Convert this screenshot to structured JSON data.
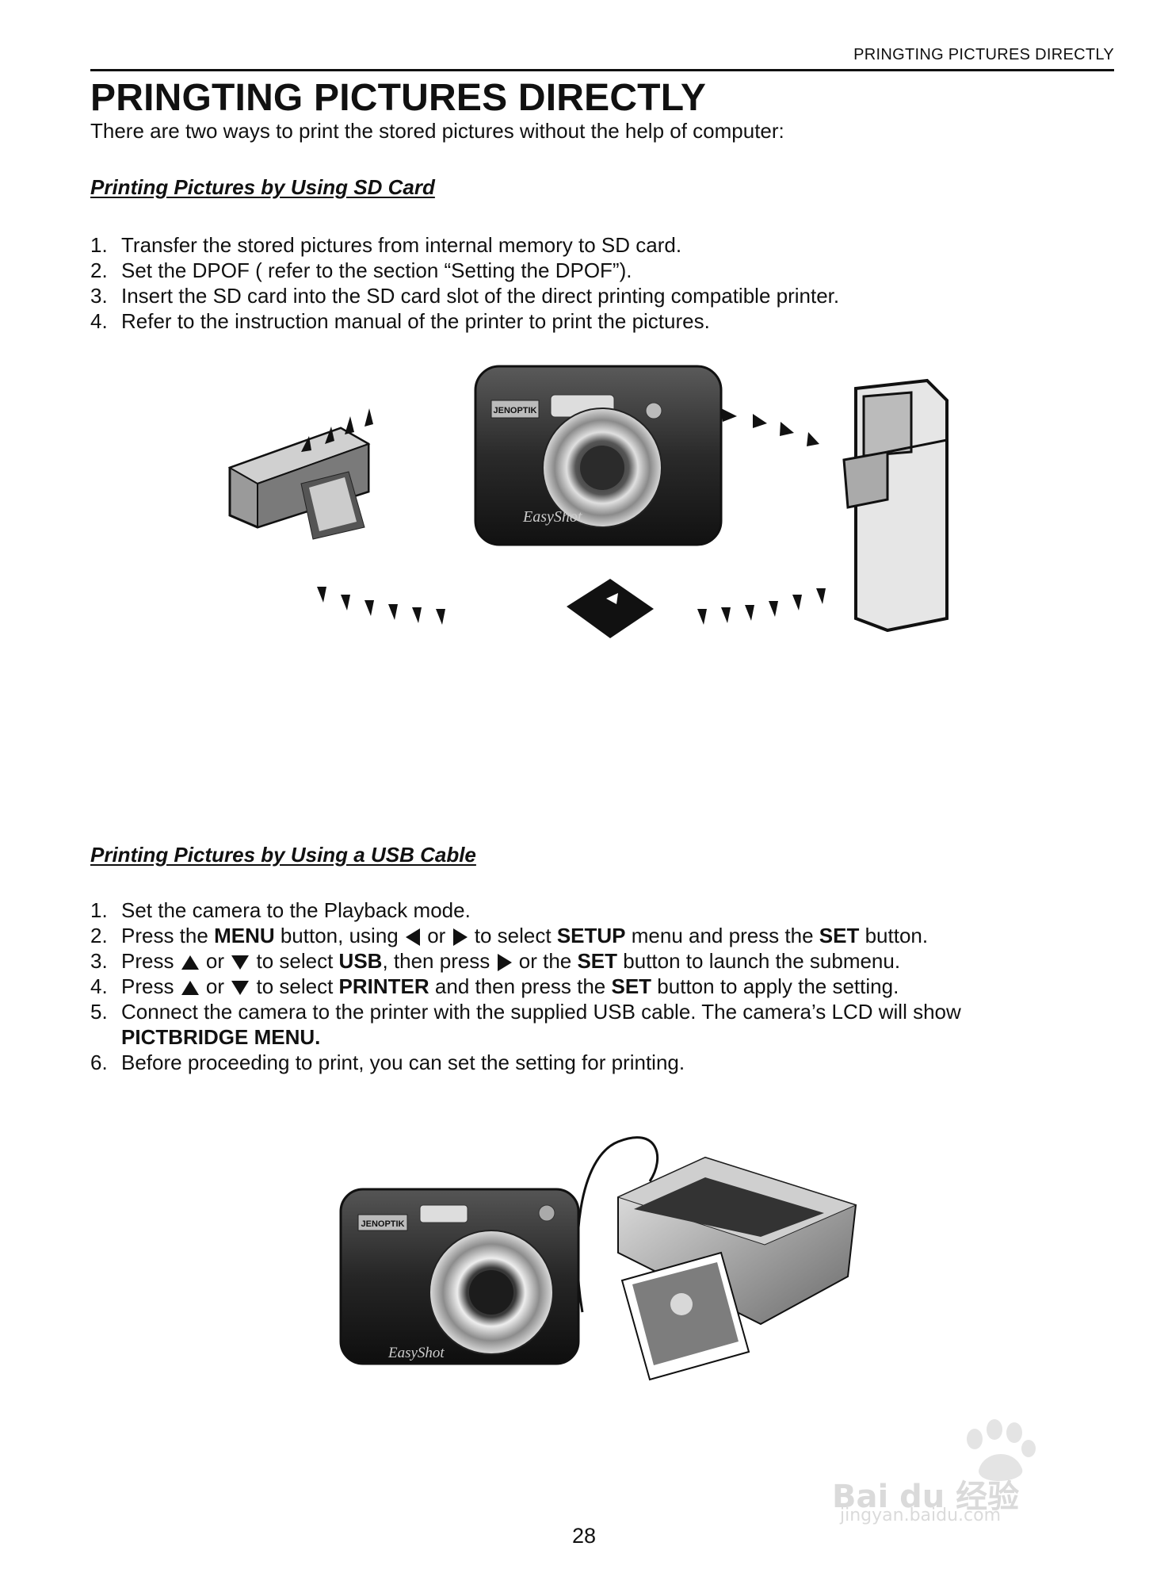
{
  "header": {
    "running_title": "PRINGTING PICTURES DIRECTLY"
  },
  "title": "PRINGTING PICTURES DIRECTLY",
  "intro": "There are two ways to print the stored pictures without the help of computer:",
  "sd_section": {
    "heading": "Printing Pictures by Using SD Card",
    "steps": [
      {
        "num": "1.",
        "text": "Transfer the stored pictures from internal memory to SD card."
      },
      {
        "num": "2.",
        "text": "Set the DPOF ( refer to the section “Setting the DPOF”)."
      },
      {
        "num": "3.",
        "text": "Insert the SD card into the SD card slot of the direct printing compatible printer."
      },
      {
        "num": "4.",
        "text": "Refer to the instruction manual of the printer to print the pictures."
      }
    ]
  },
  "usb_section": {
    "heading": "Printing Pictures by Using a USB Cable",
    "steps": [
      {
        "num": "1.",
        "text": "Set the camera to the Playback mode."
      },
      {
        "num": "2.",
        "p1": "Press the ",
        "b1": "MENU",
        "p2": " button, using ",
        "p3": " or ",
        "p4": " to select ",
        "b2": "SETUP",
        "p5": " menu and press the ",
        "b3": "SET",
        "p6": " button."
      },
      {
        "num": "3.",
        "p1": "Press ",
        "p2": " or ",
        "p3": " to select ",
        "b1": "USB",
        "p4": ", then press ",
        "p5": " or the ",
        "b2": "SET",
        "p6": " button to launch the submenu."
      },
      {
        "num": "4.",
        "p1": "Press ",
        "p2": " or ",
        "p3": " to select ",
        "b1": "PRINTER",
        "p4": " and then press the ",
        "b2": "SET",
        "p5": " button to apply the setting."
      },
      {
        "num": "5.",
        "text": "Connect the camera to the printer with the supplied USB cable. The camera’s LCD will show",
        "bold_cont": "PICTBRIDGE MENU."
      },
      {
        "num": "6.",
        "text": "Before proceeding to print, you can set the setting for printing."
      }
    ]
  },
  "camera_brand": "JENOPTIK",
  "camera_model": "EasyShot",
  "page_number": "28",
  "watermark": {
    "brand": "Bai du 经验",
    "url": "jingyan.baidu.com"
  },
  "icons": [
    "left-arrow-icon",
    "right-arrow-icon",
    "up-arrow-icon",
    "down-arrow-icon"
  ],
  "colors": {
    "text": "#111111",
    "background": "#ffffff"
  }
}
